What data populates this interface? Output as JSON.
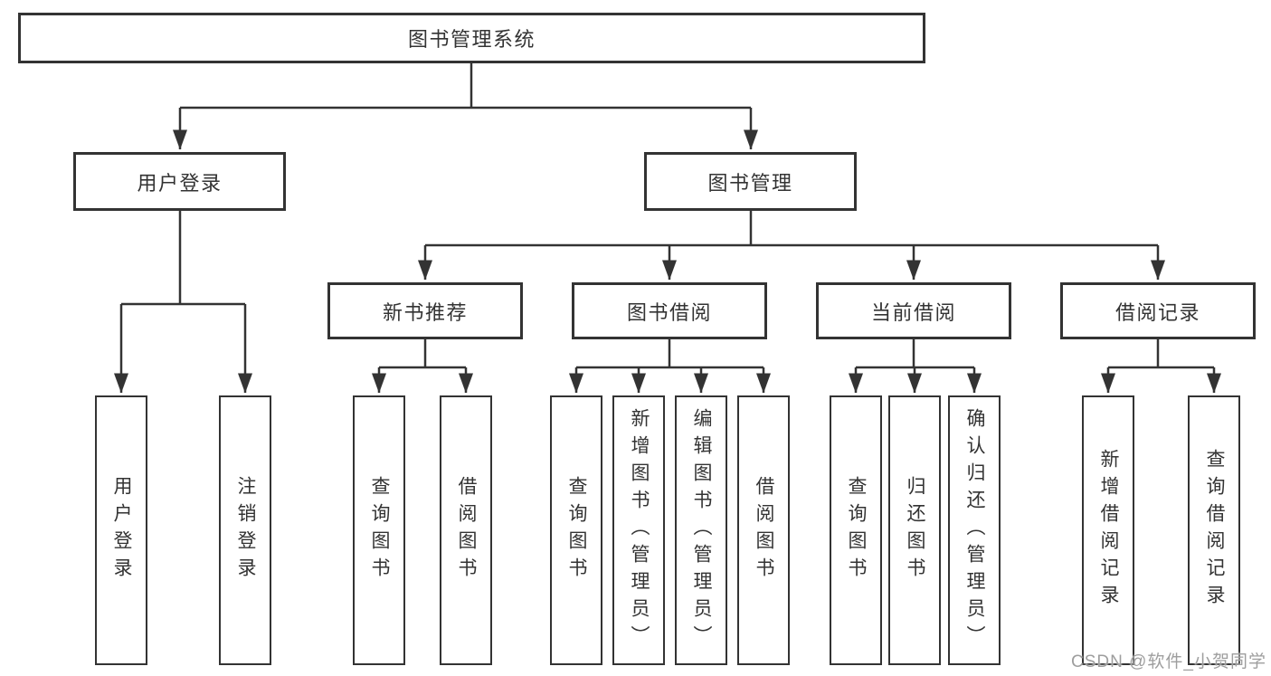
{
  "diagram": {
    "type": "hierarchy-diagram",
    "background": "#ffffff",
    "line_color": "#333333",
    "text_color": "#333333",
    "tree": {
      "root": {
        "label": "图书管理系统",
        "children": [
          {
            "label": "用户登录",
            "children": [
              {
                "label": "用户登录"
              },
              {
                "label": "注销登录"
              }
            ]
          },
          {
            "label": "图书管理",
            "children": [
              {
                "label": "新书推荐",
                "children": [
                  {
                    "label": "查询图书"
                  },
                  {
                    "label": "借阅图书"
                  }
                ]
              },
              {
                "label": "图书借阅",
                "children": [
                  {
                    "label": "查询图书"
                  },
                  {
                    "label": "新增图书（管理员）"
                  },
                  {
                    "label": "编辑图书（管理员）"
                  },
                  {
                    "label": "借阅图书"
                  }
                ]
              },
              {
                "label": "当前借阅",
                "children": [
                  {
                    "label": "查询图书"
                  },
                  {
                    "label": "归还图书"
                  },
                  {
                    "label": "确认归还（管理员）"
                  }
                ]
              },
              {
                "label": "借阅记录",
                "children": [
                  {
                    "label": "新增借阅记录"
                  },
                  {
                    "label": "查询借阅记录"
                  }
                ]
              }
            ]
          }
        ]
      }
    },
    "watermark": {
      "text": "CSDN @软件_小贺同学",
      "color": "#9e9e9e"
    }
  }
}
